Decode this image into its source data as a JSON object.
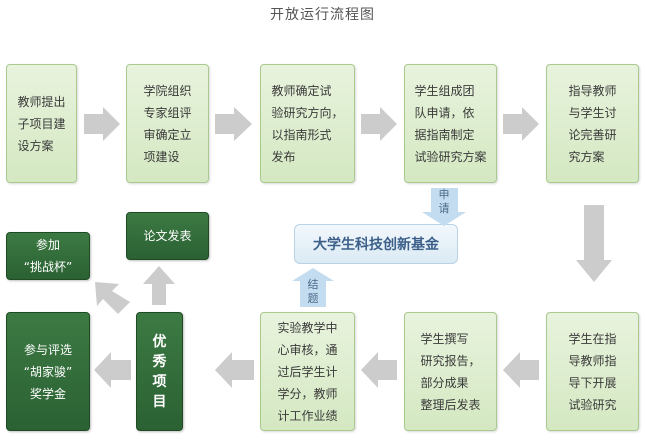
{
  "title": "开放运行流程图",
  "top_row": [
    "教师提出\n子项目建\n设方案",
    "学院组织\n专家组评\n审确定立\n项建设",
    "教师确定试\n验研究方向，\n以指南形式\n发布",
    "学生组成团\n队申请，依\n据指南制定\n试验研究方案",
    "指导教师\n与学生讨\n论完善研\n究方案"
  ],
  "bottom_row": [
    "学生在指\n导教师指\n导下开展\n试验研究",
    "学生撰写\n研究报告，\n部分成果\n整理后发表",
    "实验教学中\n心审核，通\n过后学生计\n学分，教师\n计工作业绩"
  ],
  "excellent": "优\n秀\n项\n目",
  "outcomes": {
    "award": "参与评选\n“胡家骏”\n奖学金",
    "paper": "论文发表",
    "challenge": "参加\n“挑战杯”"
  },
  "fund": "大学生科技创新基金",
  "apply_label": "申\n请",
  "conclude_label": "结\n题",
  "colors": {
    "light_fill": "#d9ebc8",
    "dark_fill": "#2f6a37",
    "arrow_gray": "#cccccc",
    "arrow_blue": "#c4dcef"
  }
}
